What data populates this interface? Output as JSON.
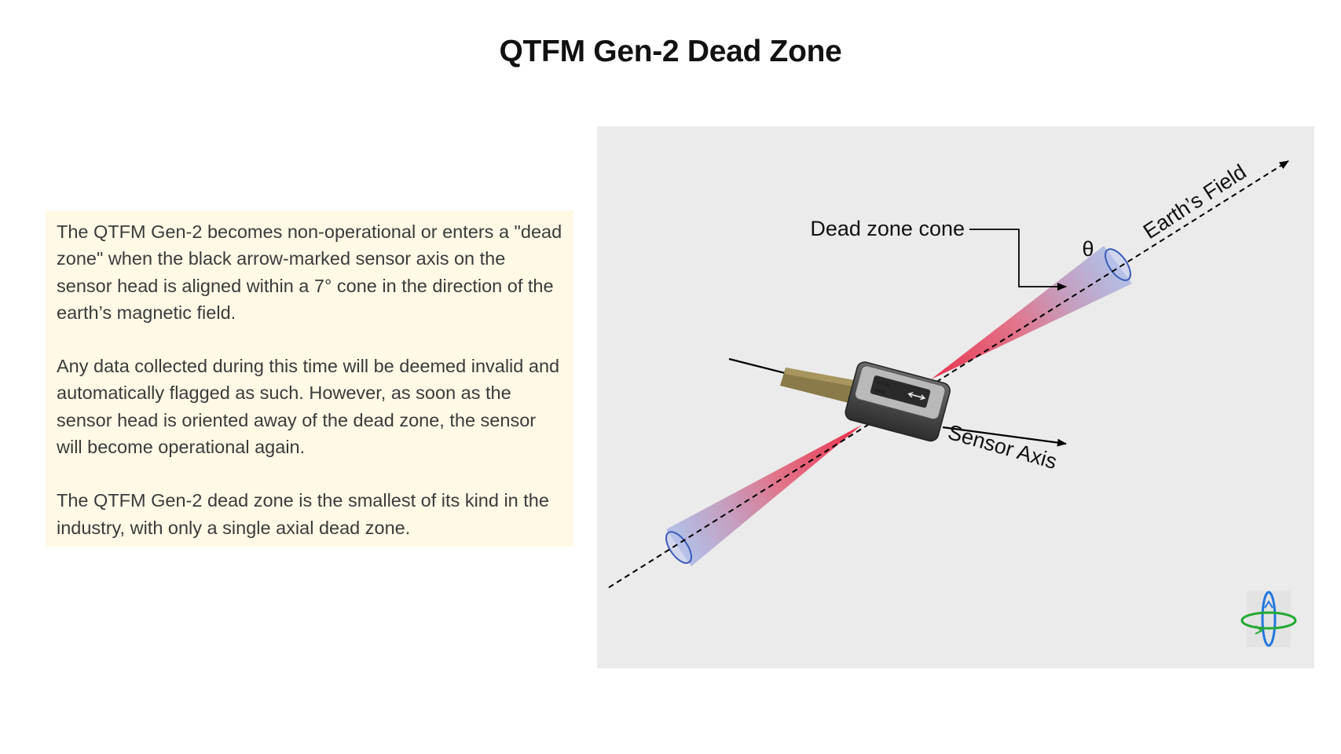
{
  "title": "QTFM Gen-2 Dead Zone",
  "paragraphs": [
    "The QTFM Gen-2 becomes non-operational or enters a \"dead zone\" when the black arrow-marked sensor axis on the sensor head is aligned within a 7° cone in the direction of the earth’s magnetic field.",
    "Any data collected during this time will be deemed invalid and automatically flagged as such. However, as soon as the sensor head is oriented away of the dead zone, the sensor will become operational again.",
    "The QTFM Gen-2 dead zone is the smallest of its kind in the industry, with only a single axial dead zone."
  ],
  "diagram": {
    "dead_zone_label": "Dead zone cone",
    "theta_label": "θ",
    "earth_field_label": "Earth’s Field",
    "sensor_axis_label": "Sensor Axis",
    "colors": {
      "panel_bg": "#ebebeb",
      "cone_red": "#e8334d",
      "cone_blue": "#8fa0e0",
      "cone_ring": "#3a5bb8",
      "sensor_body": "#3c3c3c",
      "cable": "#8a7a4a",
      "logo_green": "#22aa33",
      "logo_blue": "#2277dd"
    }
  }
}
